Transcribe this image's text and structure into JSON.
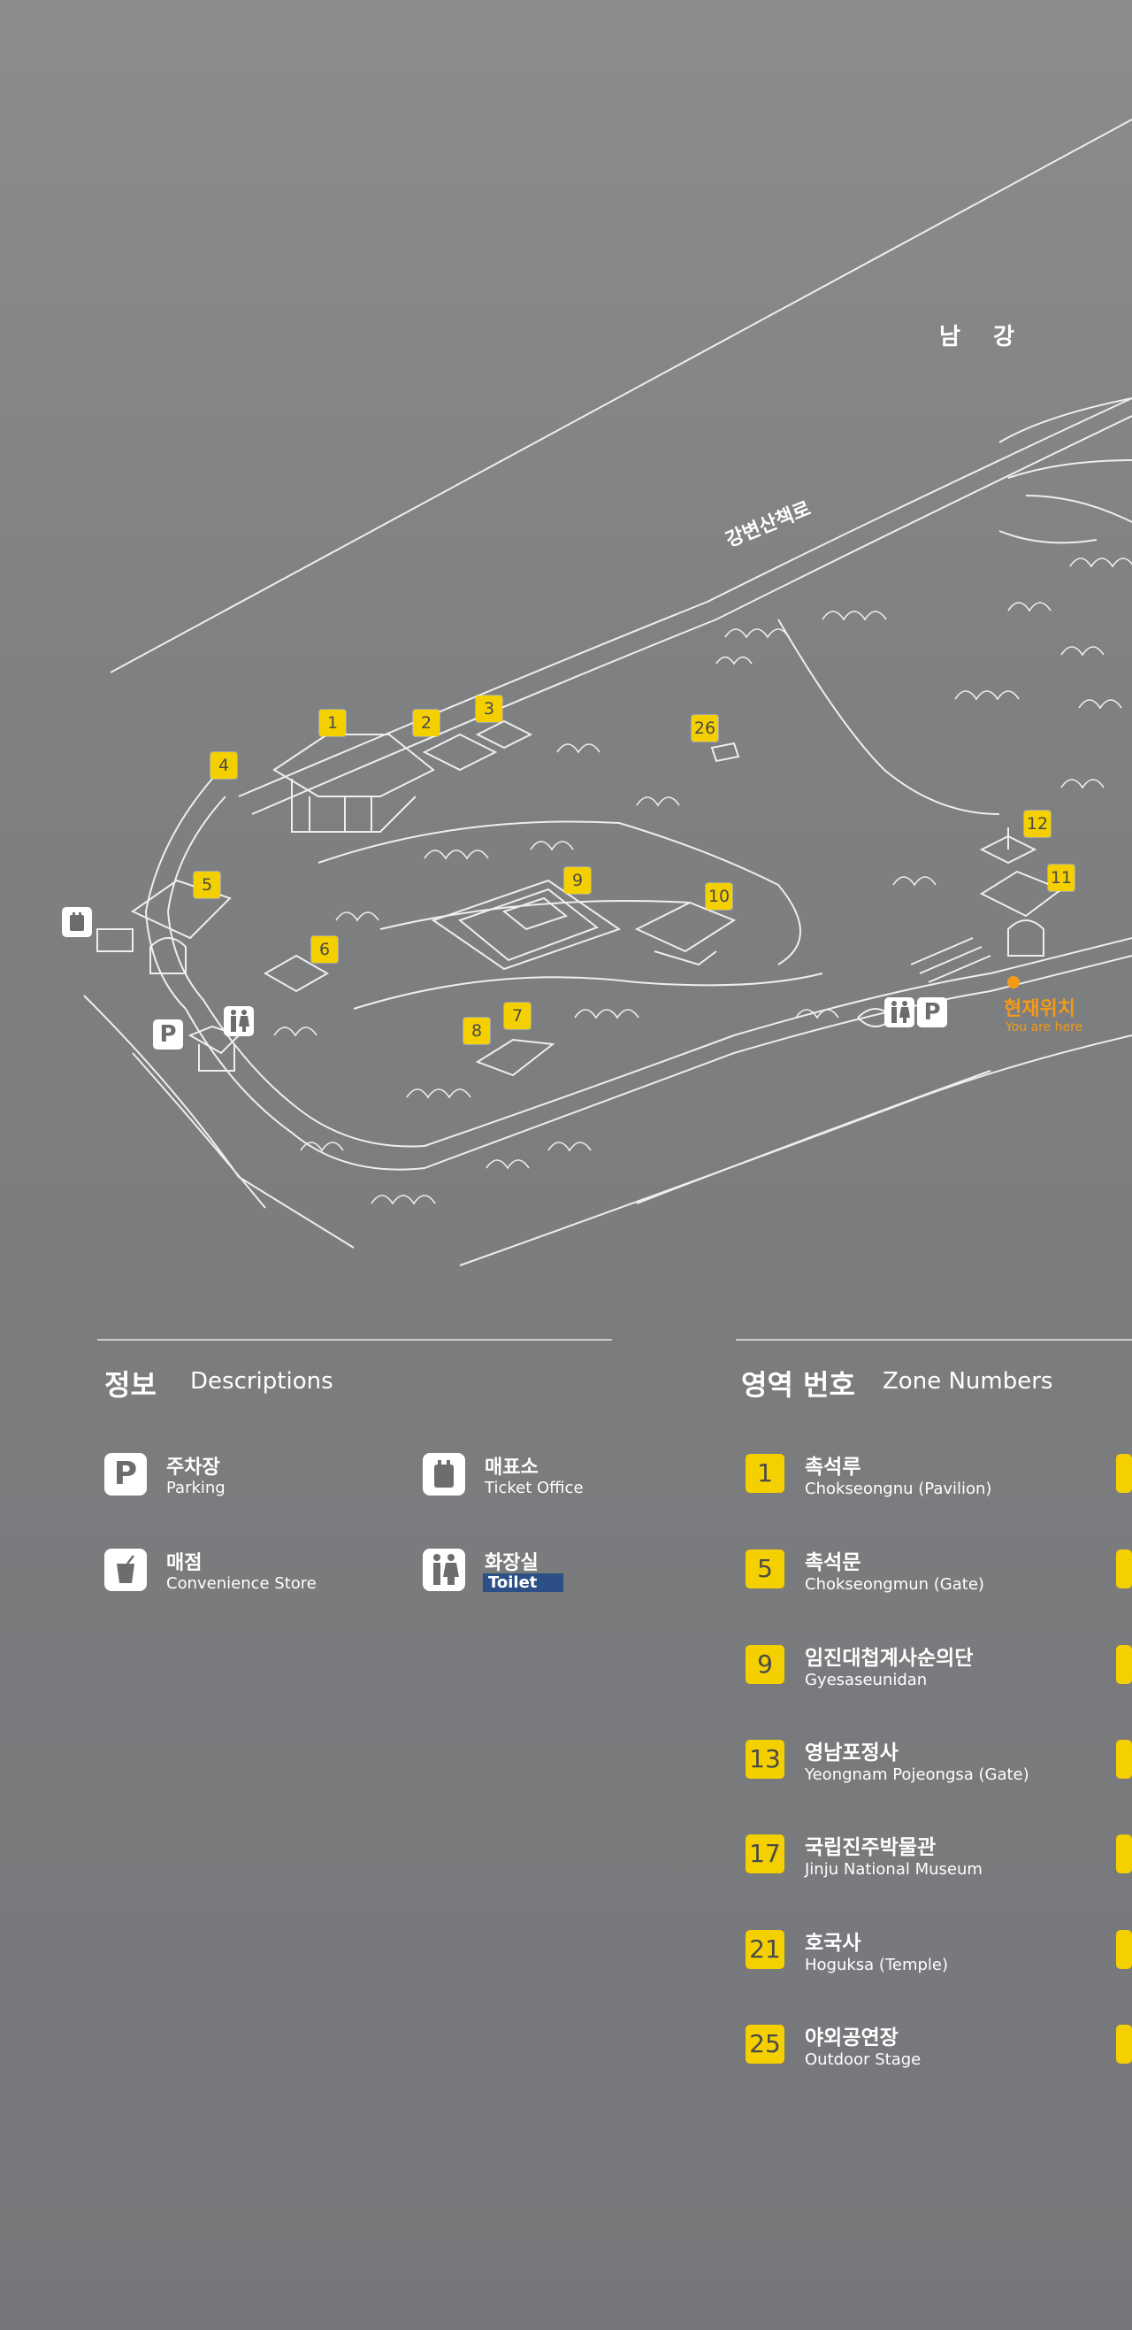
{
  "map": {
    "river_label": "남 강",
    "path_label": "강변산책로",
    "you_are_here_ko": "현재위치",
    "you_are_here_en": "You are here",
    "markers": [
      "1",
      "2",
      "3",
      "4",
      "5",
      "6",
      "7",
      "8",
      "9",
      "10",
      "11",
      "12",
      "26"
    ],
    "service_symbols": {
      "parking": "P",
      "ticket": "ticket-icon",
      "toilet": "toilet-icon"
    }
  },
  "descriptions": {
    "title_ko": "정보",
    "title_en": "Descriptions",
    "items": [
      {
        "icon": "parking-icon",
        "icon_text": "P",
        "ko": "주차장",
        "en": "Parking"
      },
      {
        "icon": "ticket-icon",
        "ko": "매표소",
        "en": "Ticket Office"
      },
      {
        "icon": "cup-icon",
        "ko": "매점",
        "en": "Convenience Store"
      },
      {
        "icon": "toilet-icon",
        "ko": "화장실",
        "en": "Toilet"
      }
    ]
  },
  "zones": {
    "title_ko": "영역 번호",
    "title_en": "Zone Numbers",
    "items": [
      {
        "num": "1",
        "ko": "촉석루",
        "en": "Chokseongnu (Pavilion)"
      },
      {
        "num": "5",
        "ko": "촉석문",
        "en": "Chokseongmun (Gate)"
      },
      {
        "num": "9",
        "ko": "임진대첩계사순의단",
        "en": "Gyesaseunidan"
      },
      {
        "num": "13",
        "ko": "영남포정사",
        "en": "Yeongnam Pojeongsa (Gate)"
      },
      {
        "num": "17",
        "ko": "국립진주박물관",
        "en": "Jinju National Museum"
      },
      {
        "num": "21",
        "ko": "호국사",
        "en": "Hoguksa (Temple)"
      },
      {
        "num": "25",
        "ko": "야외공연장",
        "en": "Outdoor Stage"
      }
    ]
  },
  "colors": {
    "background": "#7e8082",
    "marker": "#f5d000",
    "you_are_here": "#f39a18",
    "line": "#eeeeee",
    "toilet_tag": "#2c4f86"
  }
}
